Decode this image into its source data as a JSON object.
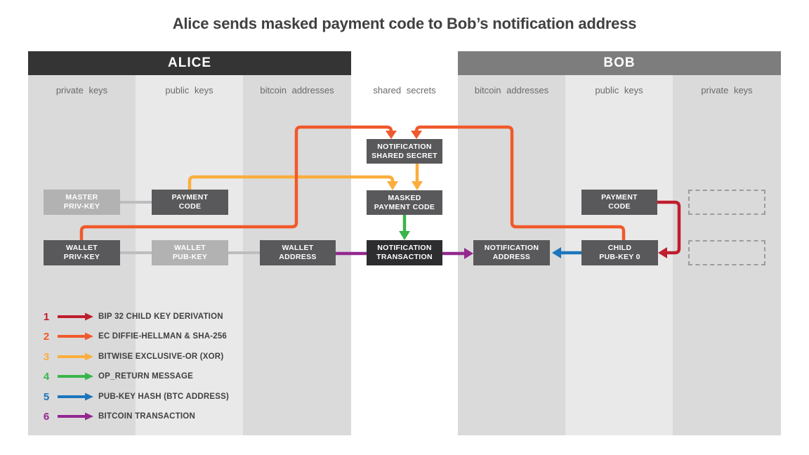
{
  "title": "Alice sends masked payment code to Bob’s notification address",
  "colors": {
    "red": "#BE1E2D",
    "orange": "#F0592B",
    "yellow": "#FBAE3C",
    "green": "#3AB54A",
    "blue": "#1C75BC",
    "purple": "#93278F",
    "alice_header_bg": "#343434",
    "bob_header_bg": "#7D7D7D",
    "box_dark": "#59595B",
    "box_darkest": "#2D2D2F",
    "box_light": "#B2B2B3",
    "col_dark": "#DADADA",
    "col_light": "#E9E9E9",
    "connector": "#BDBDBD",
    "dashed_border": "#9C9C9C",
    "title_text": "#414042",
    "col_label_text": "#6A6A6A"
  },
  "alice": {
    "header": "ALICE",
    "columns": [
      "private keys",
      "public keys",
      "bitcoin addresses"
    ]
  },
  "middle": {
    "column": "shared secrets"
  },
  "bob": {
    "header": "BOB",
    "columns": [
      "bitcoin addresses",
      "public keys",
      "private keys"
    ]
  },
  "nodes": {
    "master_priv": {
      "lines": [
        "MASTER",
        "PRIV-KEY"
      ]
    },
    "payment_code_a": {
      "lines": [
        "PAYMENT",
        "CODE"
      ]
    },
    "wallet_priv": {
      "lines": [
        "WALLET",
        "PRIV-KEY"
      ]
    },
    "wallet_pub": {
      "lines": [
        "WALLET",
        "PUB-KEY"
      ]
    },
    "wallet_address": {
      "lines": [
        "WALLET",
        "ADDRESS"
      ]
    },
    "notif_secret": {
      "lines": [
        "NOTIFICATION",
        "SHARED SECRET"
      ]
    },
    "masked_code": {
      "lines": [
        "MASKED",
        "PAYMENT CODE"
      ]
    },
    "notif_tx": {
      "lines": [
        "NOTIFICATION",
        "TRANSACTION"
      ]
    },
    "notif_addr": {
      "lines": [
        "NOTIFICATION",
        "ADDRESS"
      ]
    },
    "payment_code_b": {
      "lines": [
        "PAYMENT",
        "CODE"
      ]
    },
    "child_pub": {
      "lines": [
        "CHILD",
        "PUB-KEY 0"
      ]
    }
  },
  "legend": {
    "items": [
      {
        "num": "1",
        "color": "red",
        "label": "BIP 32 CHILD KEY DERIVATION"
      },
      {
        "num": "2",
        "color": "orange",
        "label": "EC DIFFIE-HELLMAN & SHA-256"
      },
      {
        "num": "3",
        "color": "yellow",
        "label": "BITWISE EXCLUSIVE-OR (XOR)"
      },
      {
        "num": "4",
        "color": "green",
        "label": "OP_RETURN MESSAGE"
      },
      {
        "num": "5",
        "color": "blue",
        "label": "PUB-KEY HASH (BTC ADDRESS)"
      },
      {
        "num": "6",
        "color": "purple",
        "label": "BITCOIN TRANSACTION"
      }
    ]
  }
}
